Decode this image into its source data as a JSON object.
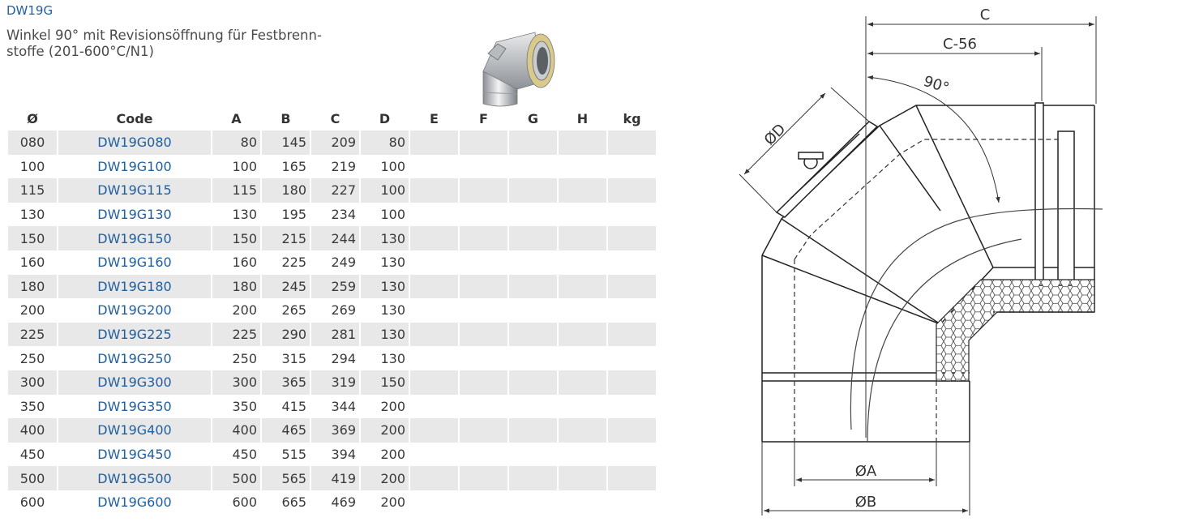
{
  "product": {
    "code": "DW19G",
    "description_line1": "Winkel 90° mit Revisionsöffnung für Festbrenn-",
    "description_line2": "stoffe (201-600°C/N1)"
  },
  "table": {
    "headers": [
      "Ø",
      "Code",
      "A",
      "B",
      "C",
      "D",
      "E",
      "F",
      "G",
      "H",
      "kg"
    ],
    "rows": [
      [
        "080",
        "DW19G080",
        "80",
        "145",
        "209",
        "80",
        "",
        "",
        "",
        "",
        ""
      ],
      [
        "100",
        "DW19G100",
        "100",
        "165",
        "219",
        "100",
        "",
        "",
        "",
        "",
        ""
      ],
      [
        "115",
        "DW19G115",
        "115",
        "180",
        "227",
        "100",
        "",
        "",
        "",
        "",
        ""
      ],
      [
        "130",
        "DW19G130",
        "130",
        "195",
        "234",
        "100",
        "",
        "",
        "",
        "",
        ""
      ],
      [
        "150",
        "DW19G150",
        "150",
        "215",
        "244",
        "130",
        "",
        "",
        "",
        "",
        ""
      ],
      [
        "160",
        "DW19G160",
        "160",
        "225",
        "249",
        "130",
        "",
        "",
        "",
        "",
        ""
      ],
      [
        "180",
        "DW19G180",
        "180",
        "245",
        "259",
        "130",
        "",
        "",
        "",
        "",
        ""
      ],
      [
        "200",
        "DW19G200",
        "200",
        "265",
        "269",
        "130",
        "",
        "",
        "",
        "",
        ""
      ],
      [
        "225",
        "DW19G225",
        "225",
        "290",
        "281",
        "130",
        "",
        "",
        "",
        "",
        ""
      ],
      [
        "250",
        "DW19G250",
        "250",
        "315",
        "294",
        "130",
        "",
        "",
        "",
        "",
        ""
      ],
      [
        "300",
        "DW19G300",
        "300",
        "365",
        "319",
        "150",
        "",
        "",
        "",
        "",
        ""
      ],
      [
        "350",
        "DW19G350",
        "350",
        "415",
        "344",
        "200",
        "",
        "",
        "",
        "",
        ""
      ],
      [
        "400",
        "DW19G400",
        "400",
        "465",
        "369",
        "200",
        "",
        "",
        "",
        "",
        ""
      ],
      [
        "450",
        "DW19G450",
        "450",
        "515",
        "394",
        "200",
        "",
        "",
        "",
        "",
        ""
      ],
      [
        "500",
        "DW19G500",
        "500",
        "565",
        "419",
        "200",
        "",
        "",
        "",
        "",
        ""
      ],
      [
        "600",
        "DW19G600",
        "600",
        "665",
        "469",
        "200",
        "",
        "",
        "",
        "",
        ""
      ]
    ]
  },
  "drawing": {
    "label_c": "C",
    "label_c56": "C-56",
    "label_angle": "90°",
    "label_d": "ØD",
    "label_a": "ØA",
    "label_b": "ØB"
  },
  "colors": {
    "code_blue": "#1f5fa0",
    "row_shade": "#e8e8e8"
  }
}
